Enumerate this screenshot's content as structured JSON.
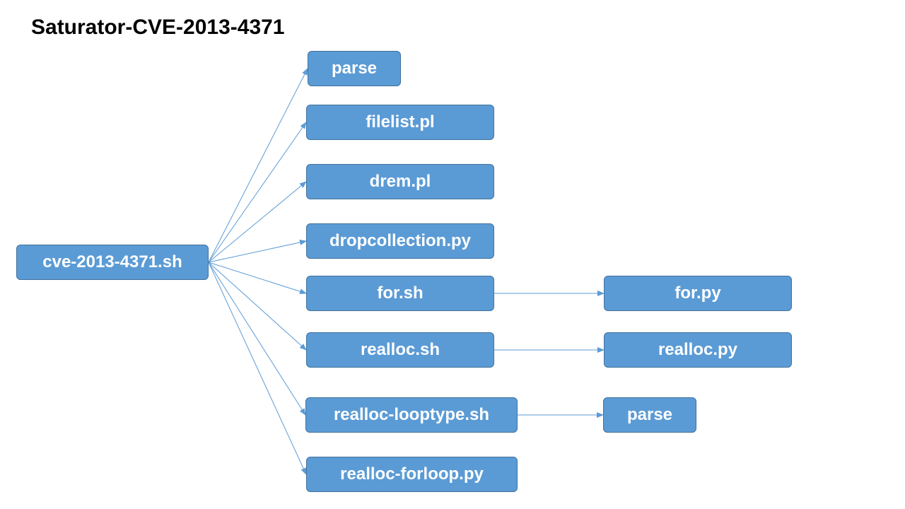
{
  "title": "Saturator-CVE-2013-4371",
  "colors": {
    "node_fill": "#5b9bd5",
    "node_border": "#41719c",
    "edge": "#5b9bd5",
    "text": "#ffffff"
  },
  "nodes": {
    "root": "cve-2013-4371.sh",
    "parse_top": "parse",
    "filelist": "filelist.pl",
    "drem": "drem.pl",
    "dropcollection": "dropcollection.py",
    "for_sh": "for.sh",
    "realloc_sh": "realloc.sh",
    "realloc_looptype": "realloc-looptype.sh",
    "realloc_forloop": "realloc-forloop.py",
    "for_py": "for.py",
    "realloc_py": "realloc.py",
    "parse_child": "parse"
  },
  "edges": [
    {
      "from": "root",
      "to": "parse_top"
    },
    {
      "from": "root",
      "to": "filelist"
    },
    {
      "from": "root",
      "to": "drem"
    },
    {
      "from": "root",
      "to": "dropcollection"
    },
    {
      "from": "root",
      "to": "for_sh"
    },
    {
      "from": "root",
      "to": "realloc_sh"
    },
    {
      "from": "root",
      "to": "realloc_looptype"
    },
    {
      "from": "root",
      "to": "realloc_forloop"
    },
    {
      "from": "for_sh",
      "to": "for_py"
    },
    {
      "from": "realloc_sh",
      "to": "realloc_py"
    },
    {
      "from": "realloc_looptype",
      "to": "parse_child"
    }
  ]
}
